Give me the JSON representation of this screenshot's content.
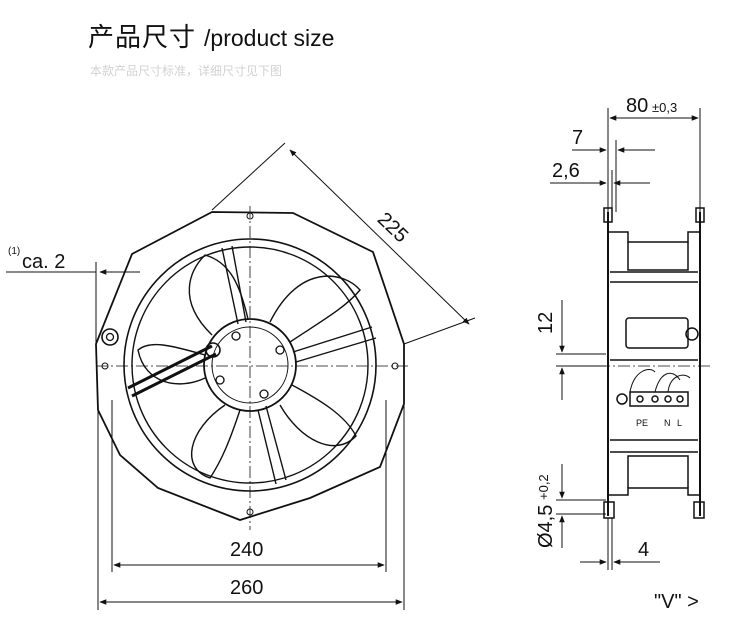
{
  "header": {
    "title_zh": "产品尺寸",
    "title_en": "/product size",
    "subtitle": "本款产品尺寸标准，详细尺寸见下图"
  },
  "front_view": {
    "diagonal": "225",
    "ca_note_mark": "(1)",
    "ca_label": "ca. 2",
    "width_inner": "240",
    "width_outer": "260"
  },
  "side_view": {
    "depth": "80",
    "depth_tol": "±0,3",
    "dim_7": "7",
    "dim_26": "2,6",
    "dim_12": "12",
    "hole": "Ø4,5",
    "hole_tol": "+0,2",
    "dim_4": "4",
    "terminal_labels": [
      "PE",
      "N",
      "L"
    ],
    "view_label": "\"V\" >"
  }
}
